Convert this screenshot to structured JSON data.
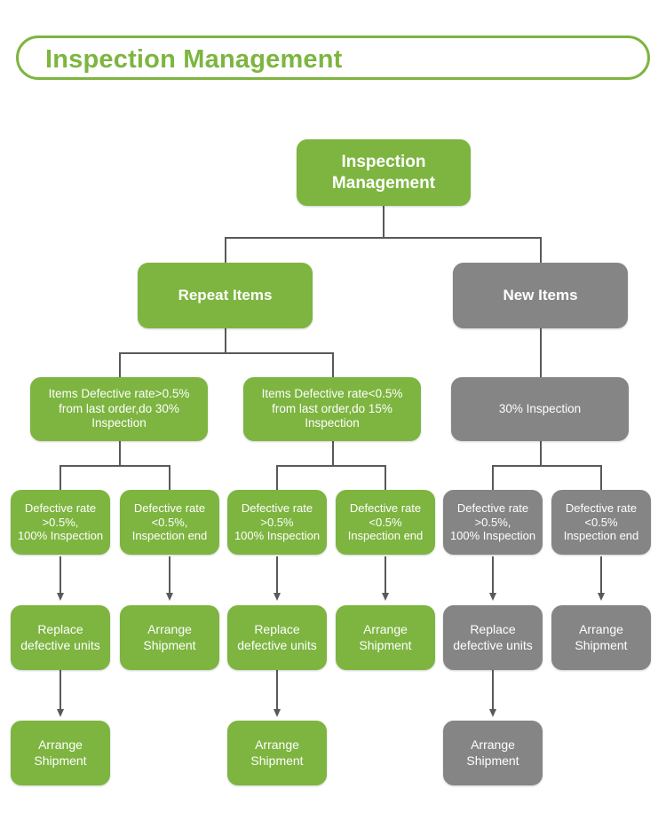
{
  "page": {
    "title": "Inspection Management",
    "colors": {
      "green": "#7DB540",
      "gray": "#858585",
      "connector": "#595959",
      "title_text": "#7DB540",
      "background": "#FFFFFF"
    }
  },
  "chart_data": {
    "type": "diagram",
    "subtype": "tree-flowchart",
    "title": "Inspection Management",
    "nodes": [
      {
        "id": "root",
        "label": "Inspection\nManagement",
        "level": 1,
        "color": "green"
      },
      {
        "id": "l2a",
        "label": "Repeat Items",
        "level": 2,
        "color": "green",
        "parent": "root"
      },
      {
        "id": "l2b",
        "label": "New Items",
        "level": 2,
        "color": "gray",
        "parent": "root"
      },
      {
        "id": "l3a",
        "label": "Items Defective rate>0.5%\nfrom last order,do 30%\nInspection",
        "level": 3,
        "color": "green",
        "parent": "l2a"
      },
      {
        "id": "l3b",
        "label": "Items Defective rate<0.5%\nfrom last order,do 15%\nInspection",
        "level": 3,
        "color": "green",
        "parent": "l2a"
      },
      {
        "id": "l3c",
        "label": "30% Inspection",
        "level": 3,
        "color": "gray",
        "parent": "l2b"
      },
      {
        "id": "l4a",
        "label": "Defective rate\n>0.5%,\n100% Inspection",
        "level": 4,
        "color": "green",
        "parent": "l3a"
      },
      {
        "id": "l4b",
        "label": "Defective rate\n<0.5%,\nInspection end",
        "level": 4,
        "color": "green",
        "parent": "l3a"
      },
      {
        "id": "l4c",
        "label": "Defective rate\n>0.5%\n100% Inspection",
        "level": 4,
        "color": "green",
        "parent": "l3b"
      },
      {
        "id": "l4d",
        "label": "Defective rate\n<0.5%\nInspection end",
        "level": 4,
        "color": "green",
        "parent": "l3b"
      },
      {
        "id": "l4e",
        "label": "Defective rate\n>0.5%,\n100% Inspection",
        "level": 4,
        "color": "gray",
        "parent": "l3c"
      },
      {
        "id": "l4f",
        "label": "Defective rate\n<0.5%\nInspection end",
        "level": 4,
        "color": "gray",
        "parent": "l3c"
      },
      {
        "id": "l5a",
        "label": "Replace\ndefective units",
        "level": 5,
        "color": "green",
        "parent": "l4a"
      },
      {
        "id": "l5b",
        "label": "Arrange\nShipment",
        "level": 5,
        "color": "green",
        "parent": "l4b"
      },
      {
        "id": "l5c",
        "label": "Replace\ndefective units",
        "level": 5,
        "color": "green",
        "parent": "l4c"
      },
      {
        "id": "l5d",
        "label": "Arrange\nShipment",
        "level": 5,
        "color": "green",
        "parent": "l4d"
      },
      {
        "id": "l5e",
        "label": "Replace\ndefective units",
        "level": 5,
        "color": "gray",
        "parent": "l4e"
      },
      {
        "id": "l5f",
        "label": "Arrange\nShipment",
        "level": 5,
        "color": "gray",
        "parent": "l4f"
      },
      {
        "id": "l6a",
        "label": "Arrange\nShipment",
        "level": 6,
        "color": "green",
        "parent": "l5a"
      },
      {
        "id": "l6b",
        "label": "Arrange\nShipment",
        "level": 6,
        "color": "green",
        "parent": "l5c"
      },
      {
        "id": "l6c",
        "label": "Arrange\nShipment",
        "level": 6,
        "color": "gray",
        "parent": "l5e"
      }
    ]
  }
}
